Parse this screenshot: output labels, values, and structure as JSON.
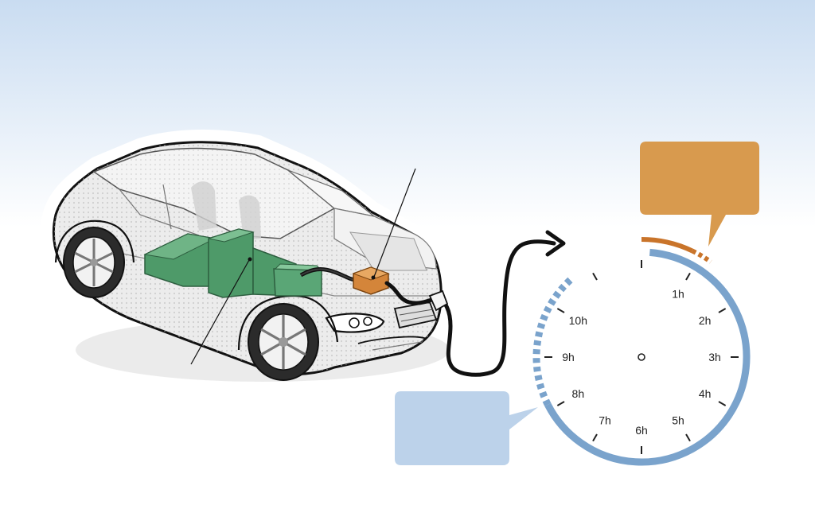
{
  "colors": {
    "sky_top": "#c9dcf1",
    "sky_bottom": "#ffffff",
    "battery_green": "#4e9a69",
    "charger_orange": "#d4853a",
    "arc_blue": "#7aa3cc",
    "arc_orange": "#c9742a",
    "callout_orange": "#d89a4e",
    "callout_blue": "#bcd2ea",
    "line_black": "#111111"
  },
  "icons": {
    "car": "car-cutaway-icon",
    "battery": "battery-pack-icon",
    "charger": "onboard-charger-icon",
    "cable": "charging-cable-icon",
    "arrow": "arrow-right-icon",
    "clock": "clock-dial-icon"
  },
  "clock": {
    "hour_labels": [
      "1h",
      "2h",
      "3h",
      "4h",
      "5h",
      "6h",
      "7h",
      "8h",
      "9h",
      "10h"
    ],
    "blue_arc_span_hours": [
      0.15,
      8.1
    ],
    "blue_dashed_span_hours": [
      8.1,
      10.6
    ],
    "orange_arc_span_hours": [
      0,
      0.85
    ],
    "orange_dashed_span_hours": [
      0.85,
      1.2
    ]
  },
  "callouts": {
    "orange_text": "",
    "blue_text": ""
  }
}
